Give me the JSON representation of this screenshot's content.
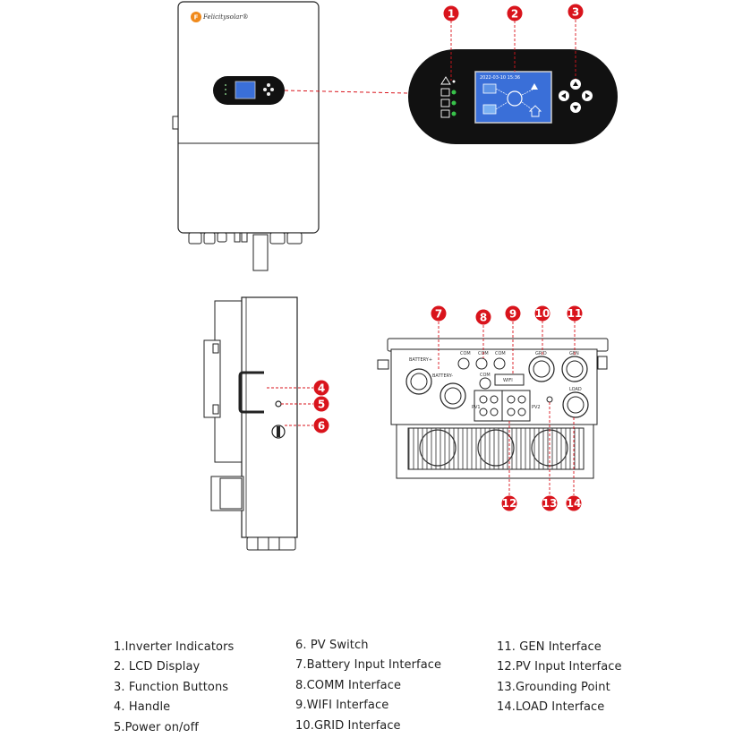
{
  "brand": "Felicitysolar®",
  "lcd_header": "2022-03-10 15:36",
  "side_label_battery_pos": "BATTERY+",
  "side_label_battery_neg": "BATTERY-",
  "port_labels": {
    "com": "COM",
    "wifi": "WIFI",
    "pv1": "PV1",
    "pv2": "PV2",
    "gen": "GEN",
    "load": "LOAD",
    "grid": "GRID"
  },
  "callouts": [
    "1",
    "2",
    "3",
    "4",
    "5",
    "6",
    "7",
    "8",
    "9",
    "10",
    "11",
    "12",
    "13",
    "14"
  ],
  "legend": {
    "col1": [
      "1.Inverter Indicators",
      "2. LCD Display",
      "3. Function Buttons",
      "4. Handle",
      "5.Power on/off"
    ],
    "col2": [
      "6. PV Switch",
      "7.Battery Input Interface",
      "8.COMM Interface",
      "9.WIFI Interface",
      "10.GRID Interface"
    ],
    "col3": [
      "11. GEN Interface",
      "12.PV Input Interface",
      "13.Grounding Point",
      "14.LOAD Interface"
    ]
  },
  "colors": {
    "callout": "#d9141c",
    "panel": "#111111",
    "lcd": "#3a6fd8",
    "line": "#222222"
  }
}
